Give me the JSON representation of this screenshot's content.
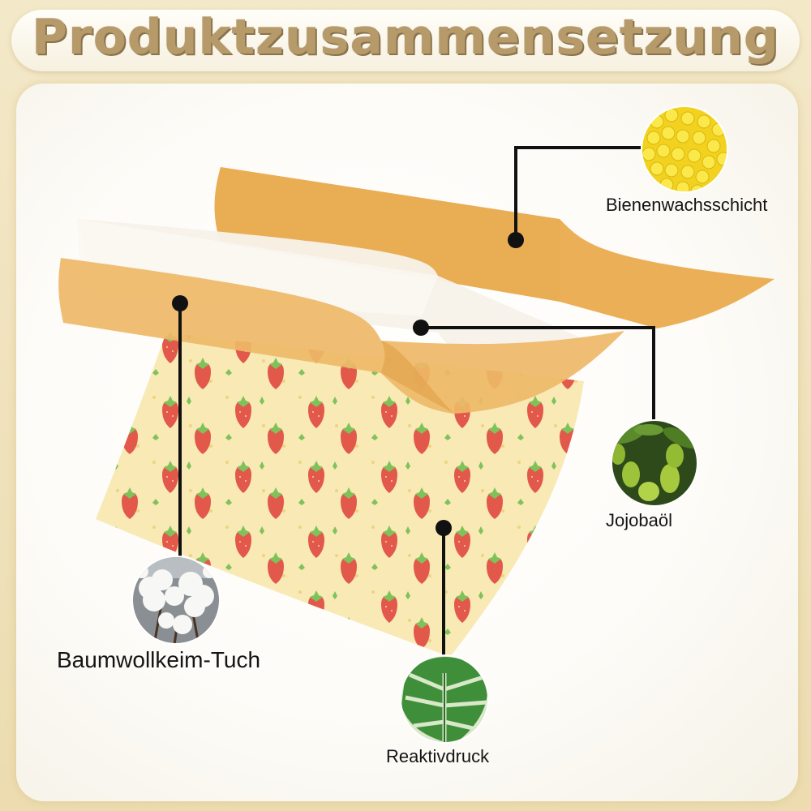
{
  "title": "Produktzusammensetzung",
  "components": [
    {
      "id": "beeswax",
      "label": "Bienenwachsschicht",
      "icon": "beeswax-pellets-icon"
    },
    {
      "id": "jojoba",
      "label": "Jojobaöl",
      "icon": "jojoba-fruit-icon"
    },
    {
      "id": "cotton",
      "label": "Baumwollkeim-Tuch",
      "icon": "cotton-boll-icon"
    },
    {
      "id": "print",
      "label": "Reaktivdruck",
      "icon": "monstera-leaf-icon"
    }
  ],
  "colors": {
    "background": "#efe4c2",
    "title": "#b79a6a",
    "wax_layer": "#ebb057",
    "fabric": "#f8e9b5",
    "strawberry": "#e2584a",
    "leaf": "#7fc25a",
    "connector": "#111111"
  }
}
